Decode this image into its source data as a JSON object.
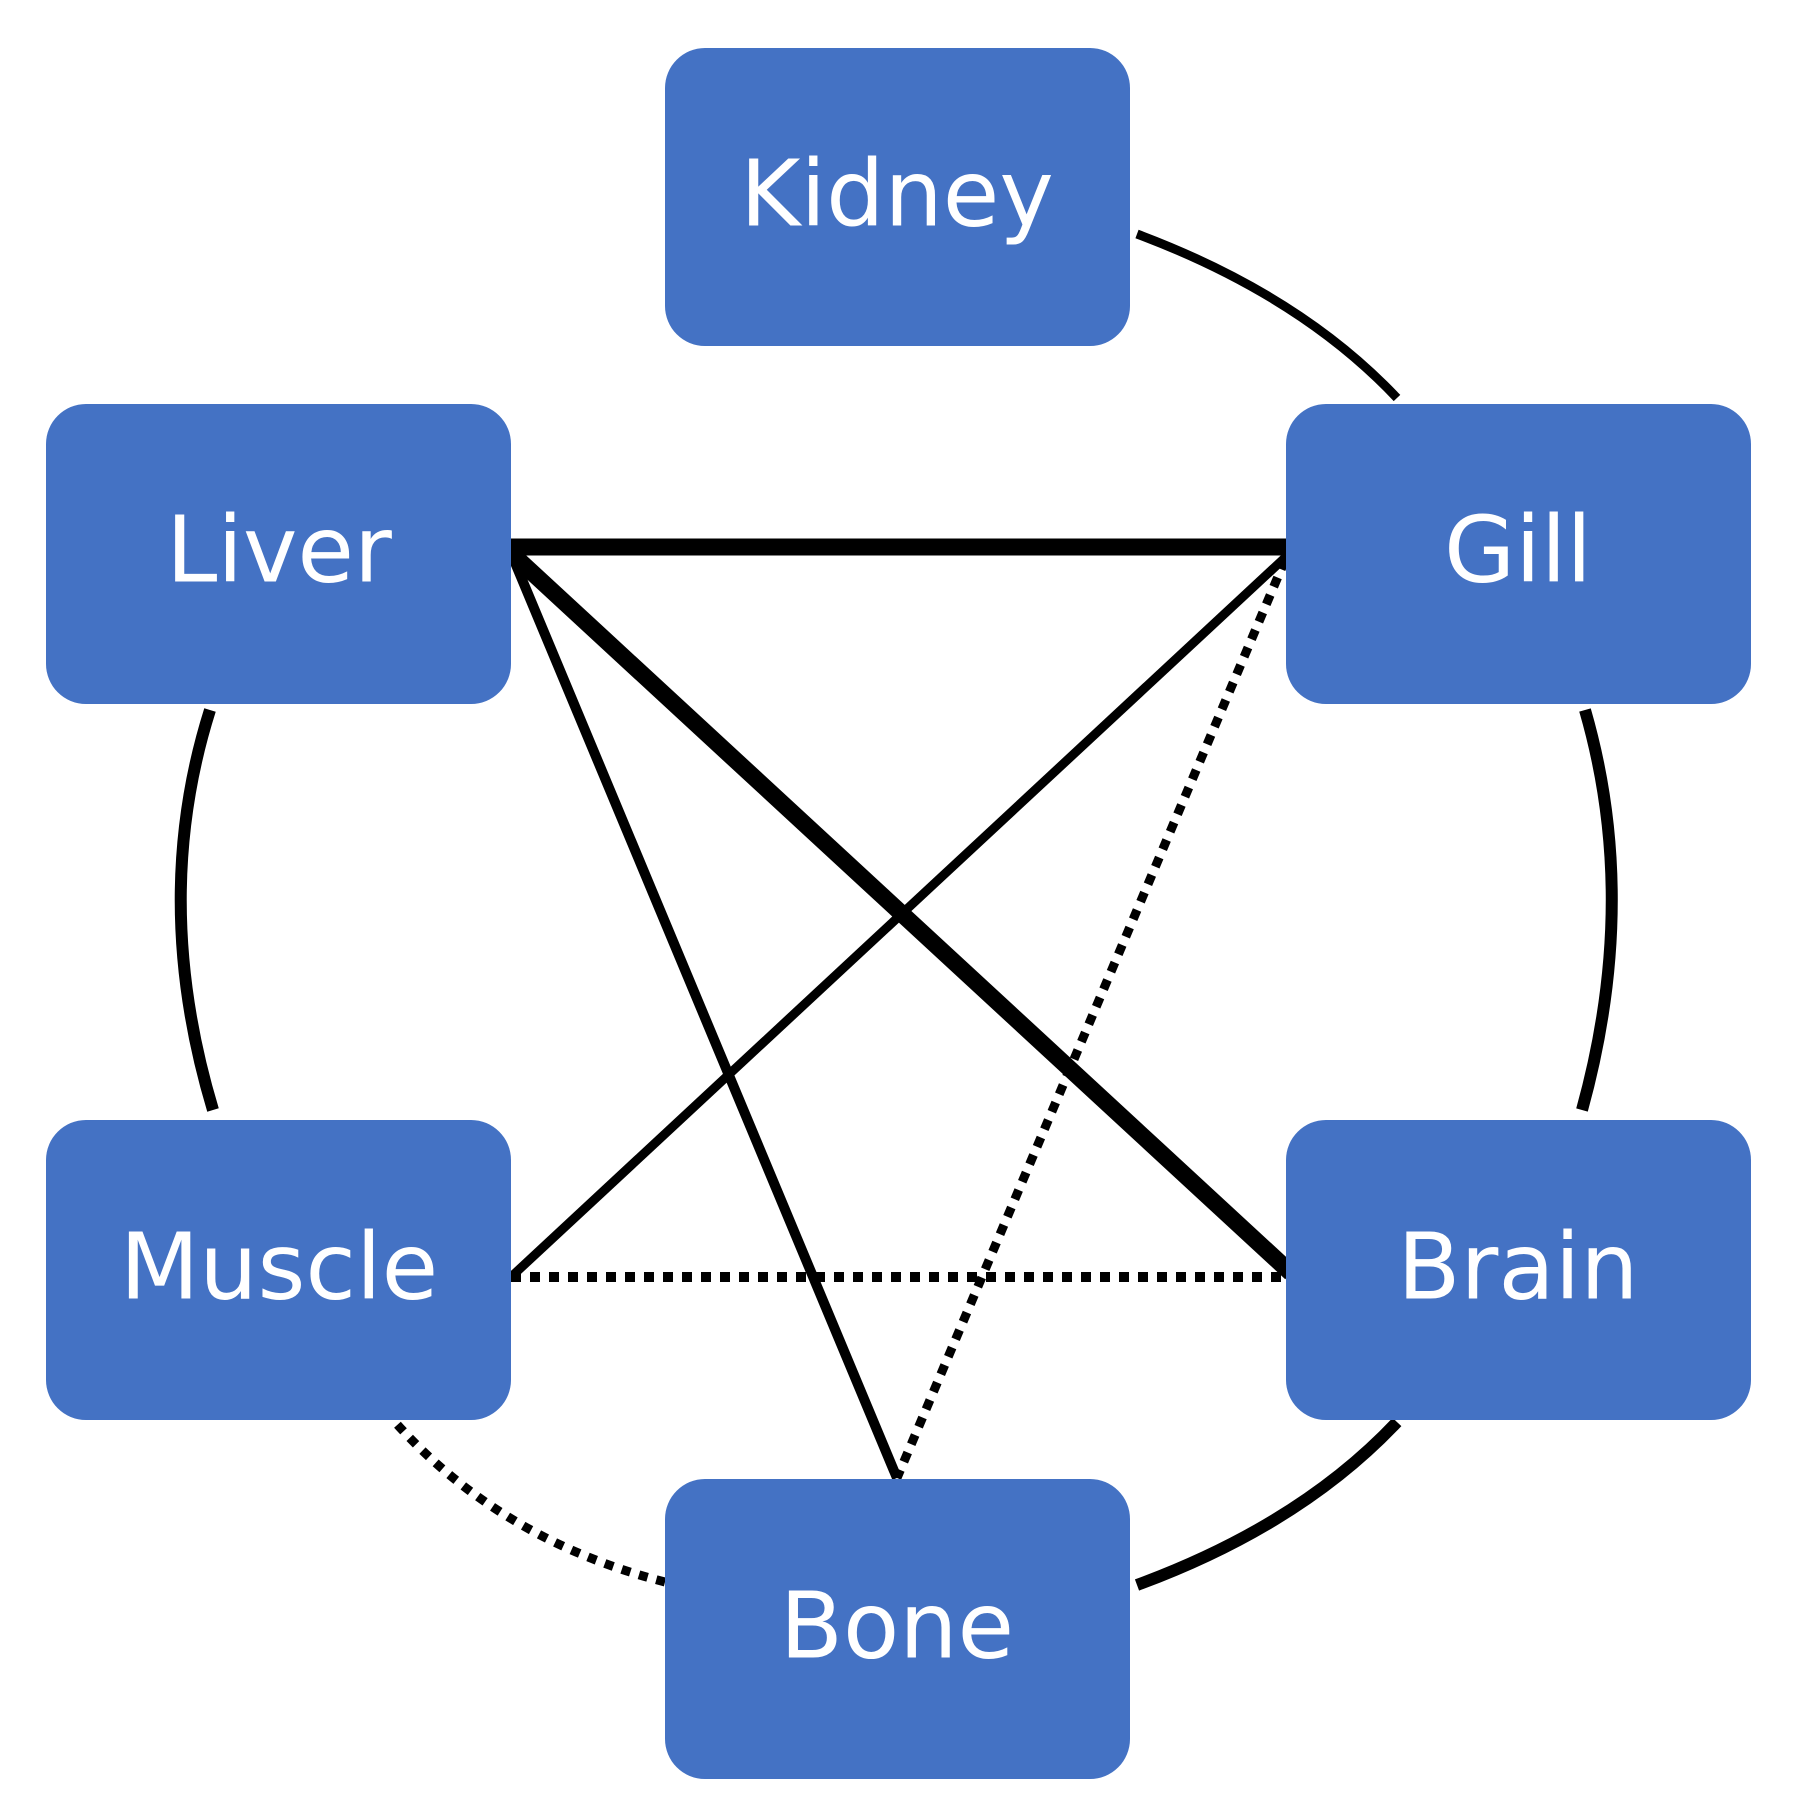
{
  "nodes": [
    {
      "id": "kidney",
      "label": "Kidney"
    },
    {
      "id": "gill",
      "label": "Gill"
    },
    {
      "id": "liver",
      "label": "Liver"
    },
    {
      "id": "muscle",
      "label": "Muscle"
    },
    {
      "id": "brain",
      "label": "Brain"
    },
    {
      "id": "bone",
      "label": "Bone"
    }
  ],
  "edges": [
    {
      "from": "kidney",
      "to": "gill",
      "style": "solid",
      "weight": "medium"
    },
    {
      "from": "gill",
      "to": "brain",
      "style": "solid",
      "weight": "heavy"
    },
    {
      "from": "brain",
      "to": "bone",
      "style": "solid",
      "weight": "heavy"
    },
    {
      "from": "bone",
      "to": "muscle",
      "style": "dotted",
      "weight": "medium"
    },
    {
      "from": "muscle",
      "to": "liver",
      "style": "solid",
      "weight": "heavy"
    },
    {
      "from": "liver",
      "to": "gill",
      "style": "solid",
      "weight": "heavy"
    },
    {
      "from": "liver",
      "to": "brain",
      "style": "solid",
      "weight": "heavy"
    },
    {
      "from": "liver",
      "to": "bone",
      "style": "solid",
      "weight": "medium"
    },
    {
      "from": "gill",
      "to": "muscle",
      "style": "solid",
      "weight": "medium"
    },
    {
      "from": "gill",
      "to": "bone",
      "style": "dotted",
      "weight": "medium"
    },
    {
      "from": "muscle",
      "to": "brain",
      "style": "dotted",
      "weight": "medium"
    }
  ],
  "colors": {
    "node_fill": "#4472c4",
    "node_text": "#ffffff",
    "edge": "#000000"
  }
}
